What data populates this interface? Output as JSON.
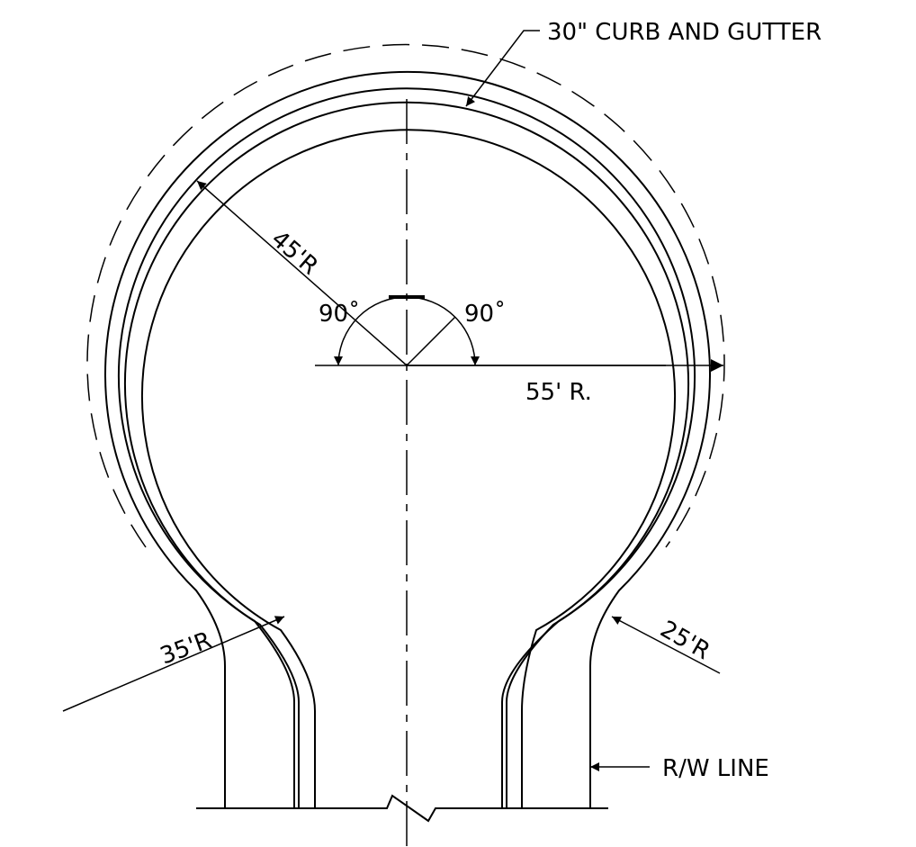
{
  "labels": {
    "curb_gutter": "30\" CURB AND GUTTER",
    "r45": "45'R",
    "angle_left": "90˚",
    "angle_right": "90˚",
    "r55": "55' R.",
    "r35": "35'R",
    "r25": "25'R",
    "rw_line": "R/W LINE"
  },
  "colors": {
    "line": "#000000",
    "background": "#ffffff"
  }
}
